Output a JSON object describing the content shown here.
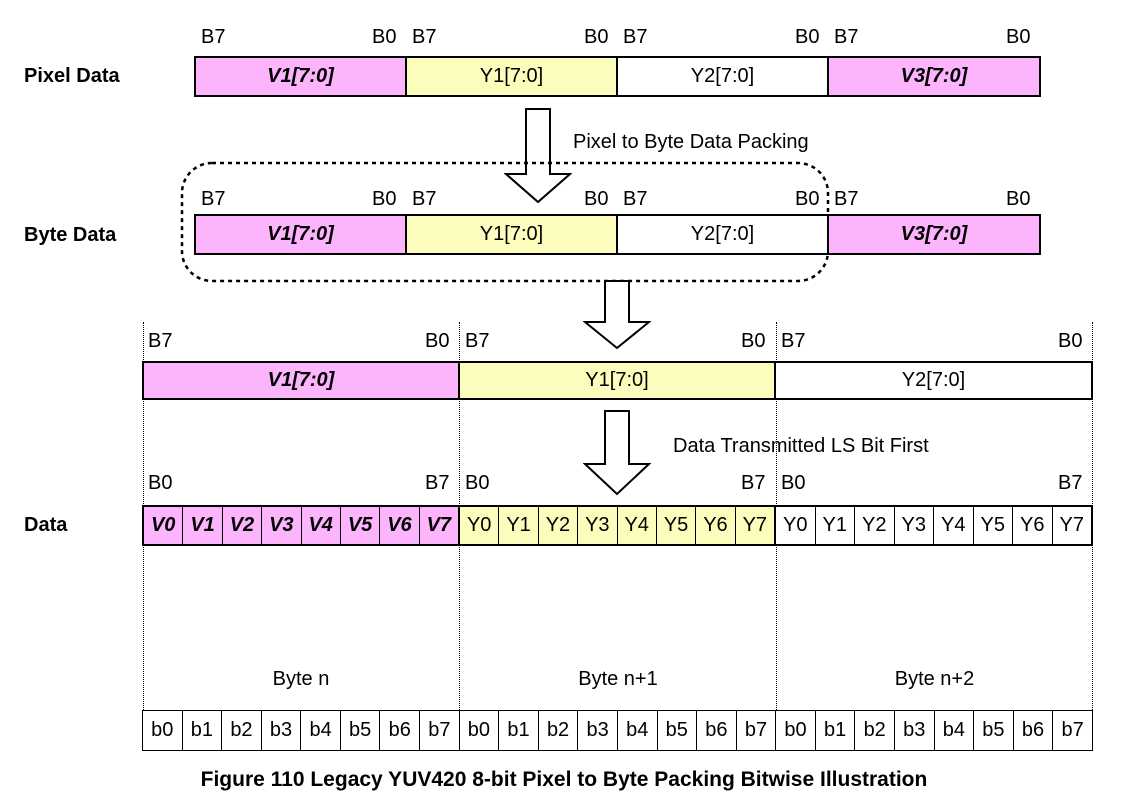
{
  "labels": {
    "pixel_data": "Pixel Data",
    "byte_data": "Byte Data",
    "data": "Data",
    "b7": "B7",
    "b0": "B0",
    "pixel_to_byte": "Pixel to Byte Data Packing",
    "ls_bit_first": "Data Transmitted LS Bit First"
  },
  "fields": {
    "v1": "V1[7:0]",
    "y1": "Y1[7:0]",
    "y2": "Y2[7:0]",
    "v3": "V3[7:0]"
  },
  "bytes": [
    {
      "name": "Byte n",
      "bits": [
        "V0",
        "V1",
        "V2",
        "V3",
        "V4",
        "V5",
        "V6",
        "V7"
      ]
    },
    {
      "name": "Byte n+1",
      "bits": [
        "Y0",
        "Y1",
        "Y2",
        "Y3",
        "Y4",
        "Y5",
        "Y6",
        "Y7"
      ]
    },
    {
      "name": "Byte n+2",
      "bits": [
        "Y0",
        "Y1",
        "Y2",
        "Y3",
        "Y4",
        "Y5",
        "Y6",
        "Y7"
      ]
    }
  ],
  "byte_bits": [
    "b0",
    "b1",
    "b2",
    "b3",
    "b4",
    "b5",
    "b6",
    "b7"
  ],
  "colors": {
    "v": "#fcb4fc",
    "y1": "#fcfcbc",
    "y2": "#ffffff"
  },
  "caption": "Figure 110 Legacy YUV420 8-bit Pixel to Byte Packing Bitwise Illustration"
}
